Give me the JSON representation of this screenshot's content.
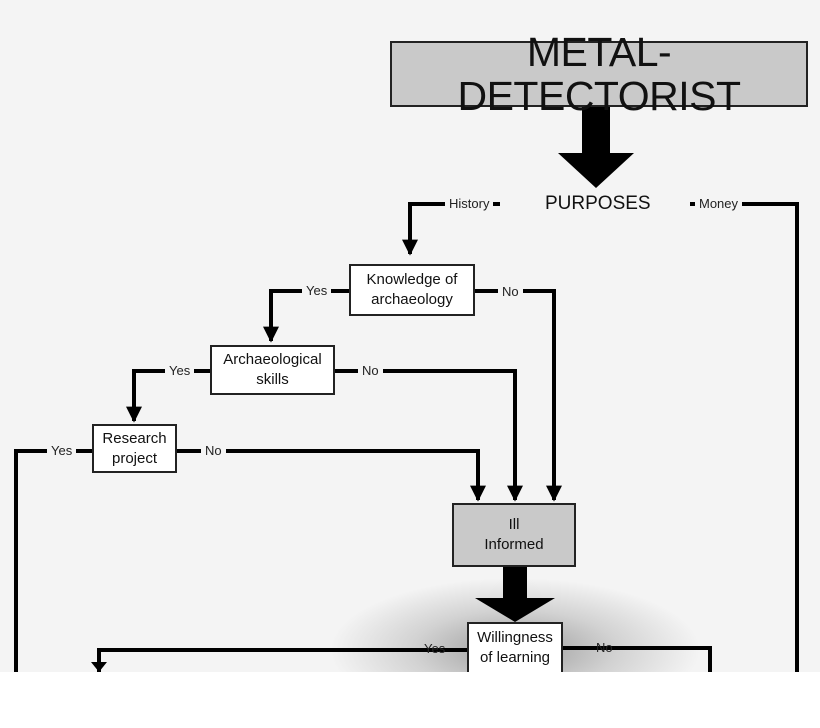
{
  "title": "METAL-DETECTORIST",
  "purposes": "PURPOSES",
  "nodes": {
    "knowledge": [
      "Knowledge of",
      "archaeology"
    ],
    "skills": [
      "Archaeological",
      "skills"
    ],
    "research": [
      "Research",
      "project"
    ],
    "ill_informed": [
      "Ill",
      "Informed"
    ],
    "willingness": [
      "Willingness",
      "of learning"
    ]
  },
  "edge_labels": {
    "history": "History",
    "money": "Money",
    "knowledge_yes": "Yes",
    "knowledge_no": "No",
    "skills_yes": "Yes",
    "skills_no": "No",
    "research_yes": "Yes",
    "research_no": "No",
    "willingness_yes": "Yes",
    "willingness_no": "No"
  },
  "colors": {
    "line": "#000000",
    "grey_box": "#c9c9c9",
    "background": "#f4f4f4"
  }
}
